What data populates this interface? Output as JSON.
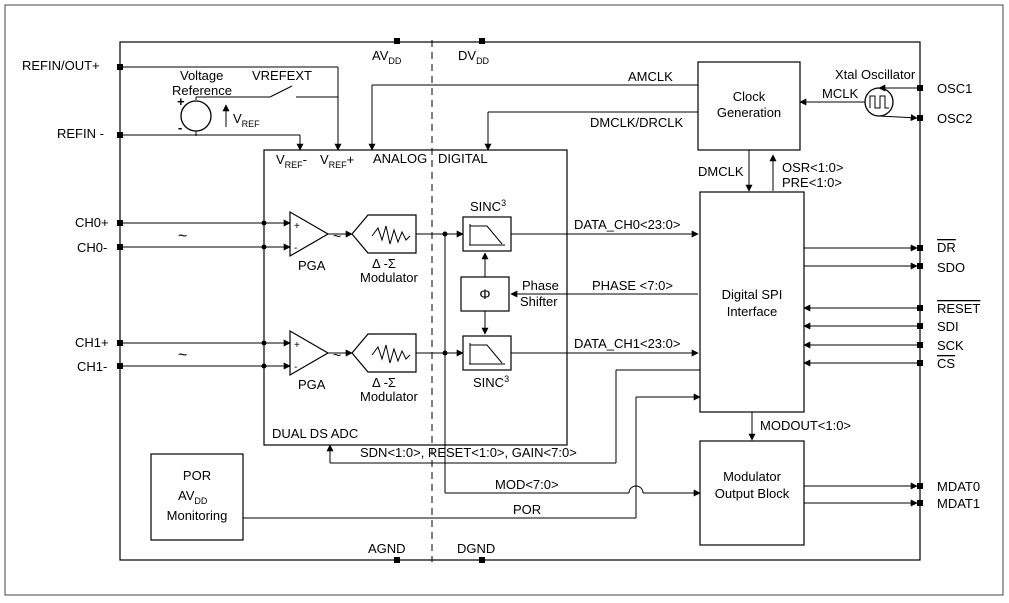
{
  "pins": {
    "refin_out": "REFIN/OUT+",
    "refin_minus": "REFIN -",
    "ch0_plus": "CH0+",
    "ch0_minus": "CH0-",
    "ch1_plus": "CH1+",
    "ch1_minus": "CH1-",
    "av": "AV",
    "dv": "DV",
    "dd": "DD",
    "agnd": "AGND",
    "dgnd": "DGND",
    "osc1": "OSC1",
    "osc2": "OSC2",
    "dr": "DR",
    "sdo": "SDO",
    "reset": "RESET",
    "sdi": "SDI",
    "sck": "SCK",
    "cs": "CS",
    "mdat0": "MDAT0",
    "mdat1": "MDAT1"
  },
  "blocks": {
    "voltage_reference_line1": "Voltage",
    "voltage_reference_line2": "Reference",
    "vrefext": "VREFEXT",
    "vref": "V",
    "ref_sub": "REF",
    "vref_minus_tail": "-",
    "vref_plus_tail": "+",
    "analog": "ANALOG",
    "digital": "DIGITAL",
    "pga": "PGA",
    "delta_sigma": "Δ -Σ",
    "modulator": "Modulator",
    "sinc": "SINC",
    "sinc_order": "3",
    "phi": "Φ",
    "phase_line1": "Phase",
    "phase_line2": "Shifter",
    "clock_line1": "Clock",
    "clock_line2": "Generation",
    "xtal": "Xtal Oscillator",
    "spi_line1": "Digital SPI",
    "spi_line2": "Interface",
    "dual_adc": "DUAL DS  ADC",
    "por": "POR",
    "av_short": "AV",
    "monitoring": "Monitoring",
    "mob_line1": "Modulator",
    "mob_line2": "Output Block",
    "tilde": "~",
    "plus_sign": "+",
    "minus_sign": "-"
  },
  "signals": {
    "amclk": "AMCLK",
    "mclk": "MCLK",
    "dmclk_drclk": "DMCLK/DRCLK",
    "dmclk": "DMCLK",
    "osr": "OSR<1:0>",
    "pre": "PRE<1:0>",
    "data_ch0": "DATA_CH0<23:0>",
    "data_ch1": "DATA_CH1<23:0>",
    "phase": "PHASE <7:0>",
    "modout": "MODOUT<1:0>",
    "sdn_reset_gain": "SDN<1:0>, RESET<1:0>, GAIN<7:0>",
    "mod": "MOD<7:0>",
    "por_signal": "POR"
  }
}
